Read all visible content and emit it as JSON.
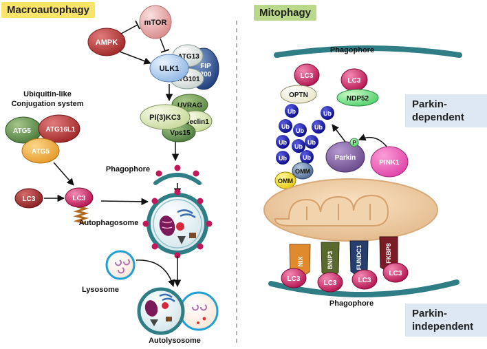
{
  "panels": {
    "macro": "Macroautophagy",
    "mito": "Mitophagy",
    "parkin_dependent": [
      "Parkin-",
      "dependent"
    ],
    "parkin_independent": [
      "Parkin-",
      "independent"
    ]
  },
  "macro": {
    "mtor": "mTOR",
    "ampk": "AMPK",
    "atg13": "ATG13",
    "ulk1": "ULK1",
    "fip200": [
      "FIP",
      "200"
    ],
    "atg101": "ATG101",
    "uvrag": "UVRAG",
    "pi3kc3": "PI(3)KC3",
    "beclin1": "Beclin1",
    "vps15": "Vps15",
    "ubl_system": [
      "Ubiquitin-like",
      "Conjugation system"
    ],
    "atg5_a": "ATG5",
    "atg16l1": "ATG16L1",
    "atg5_b": "ATG5",
    "lc3_a": "LC3",
    "lc3_b": "LC3",
    "phagophore": "Phagophore",
    "autophagosome": "Autophagosome",
    "lysosome": "Lysosome",
    "autolysosome": "Autolysosome"
  },
  "mito": {
    "phagophore_top": "Phagophore",
    "phagophore_bottom": "Phagophore",
    "lc3_left": "LC3",
    "lc3_right": "LC3",
    "optn": "OPTN",
    "ndp52": "NDP52",
    "ub": "Ub",
    "omm_left": "OMM",
    "omm_right": "OMM",
    "parkin": "Parkin",
    "p": "P",
    "pink1": "PINK1",
    "receptors": [
      "NIX",
      "BNIP3",
      "FUNDC1",
      "FKBP8"
    ],
    "lc3_bottom": [
      "LC3",
      "LC3",
      "LC3",
      "LC3"
    ]
  },
  "colors": {
    "phagophore_teal": "#2f7d85",
    "ub_blue": "#12129a",
    "lc3_magenta": "#c0185a",
    "mito_tan": "#e9c49a"
  }
}
